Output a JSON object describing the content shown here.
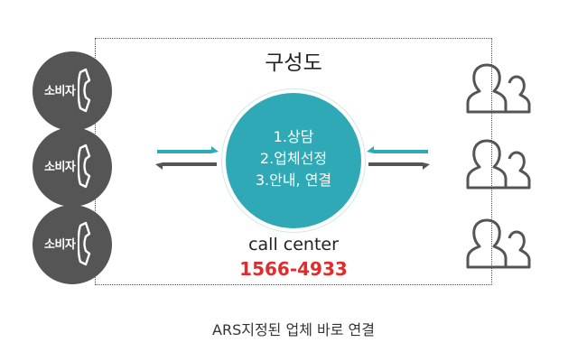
{
  "title": "구성도",
  "consumers": [
    {
      "label": "소비자",
      "icon": "phone-icon"
    },
    {
      "label": "소비자",
      "icon": "phone-icon"
    },
    {
      "label": "소비자",
      "icon": "phone-icon"
    }
  ],
  "center": {
    "lines": [
      "1.상담",
      "2.업체선정",
      "3.안내, 연결"
    ],
    "label": "call center",
    "phone": "1566-4933"
  },
  "footer": "ARS지정된 업체 바로 연결",
  "colors": {
    "teal": "#2fa9b6",
    "consumer_gray": "#555555",
    "phone_red": "#e22b2b",
    "arrow_gray": "#555555"
  },
  "businesses": [
    {
      "icon": "people-icon"
    },
    {
      "icon": "people-icon"
    },
    {
      "icon": "people-icon"
    }
  ]
}
